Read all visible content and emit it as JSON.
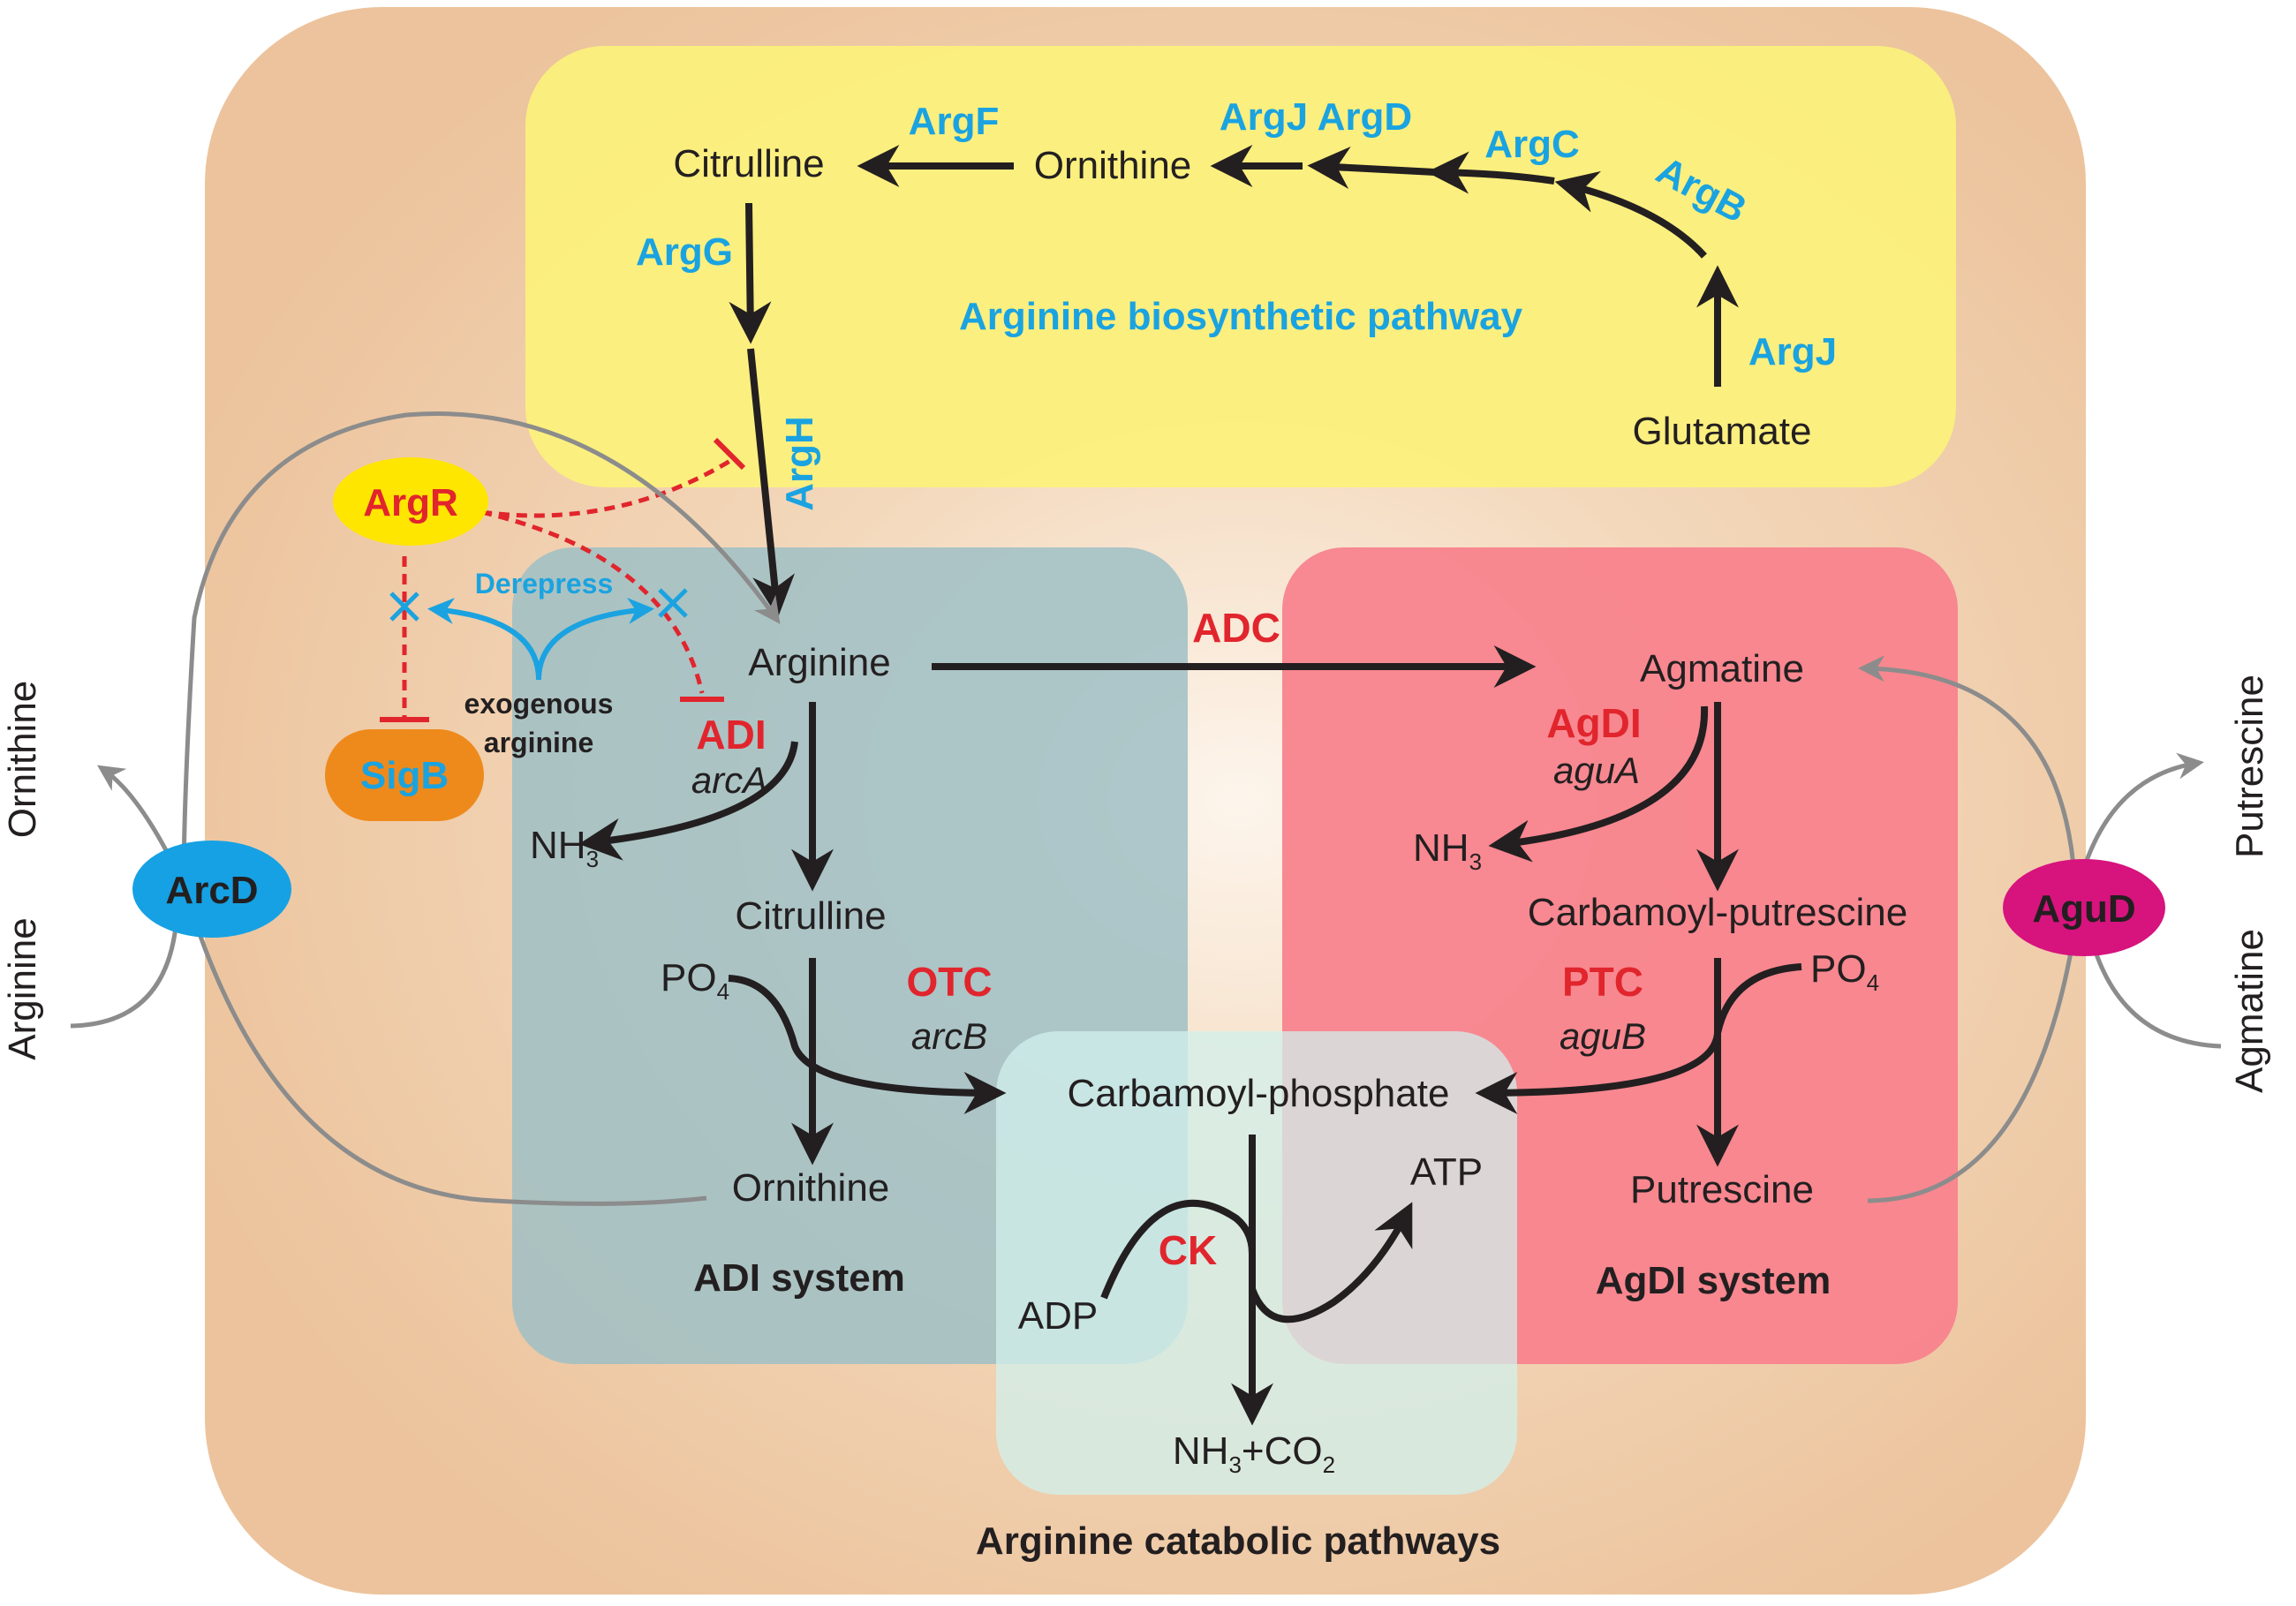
{
  "biosynthesis": {
    "title": "Arginine biosynthetic pathway",
    "metabolites": {
      "citrulline": "Citrulline",
      "ornithine": "Ornithine",
      "glutamate": "Glutamate"
    },
    "enzymes": {
      "argF": "ArgF",
      "argJD": "ArgJ ArgD",
      "argC": "ArgC",
      "argB": "ArgB",
      "argJ": "ArgJ",
      "argG": "ArgG",
      "argH": "ArgH"
    }
  },
  "regulation": {
    "argR": "ArgR",
    "sigB": "SigB",
    "derepress": "Derepress",
    "exogenous_line1": "exogenous",
    "exogenous_line2": "arginine"
  },
  "adi_system": {
    "title": "ADI system",
    "arginine": "Arginine",
    "citrulline": "Citrulline",
    "ornithine": "Ornithine",
    "nh3_base": "NH",
    "nh3_sub": "3",
    "po4_base": "PO",
    "po4_sub": "4",
    "adi": "ADI",
    "arcA": "arcA",
    "otc": "OTC",
    "arcB": "arcB"
  },
  "agdi_system": {
    "title": "AgDI system",
    "agmatine": "Agmatine",
    "carbamoyl_putrescine": "Carbamoyl-putrescine",
    "putrescine": "Putrescine",
    "nh3_base": "NH",
    "nh3_sub": "3",
    "po4_base": "PO",
    "po4_sub": "4",
    "agdi": "AgDI",
    "aguA": "aguA",
    "ptc": "PTC",
    "aguB": "aguB"
  },
  "adc": "ADC",
  "ck_block": {
    "carbamoyl_phosphate": "Carbamoyl-phosphate",
    "ck": "CK",
    "adp": "ADP",
    "atp": "ATP",
    "product_nh3": "NH",
    "product_nh3_sub": "3",
    "product_plus_co": "+CO",
    "product_co2_sub": "2"
  },
  "catabolic_title": "Arginine catabolic pathways",
  "transporters": {
    "arcD": "ArcD",
    "aguD": "AguD",
    "left_in": "Arginine",
    "left_out": "Ornithine",
    "right_in": "Agmatine",
    "right_out": "Putrescine"
  },
  "colors": {
    "cell": "#efcaa4",
    "biosynthesis_box": "#fbf07c",
    "adi_box": "#a3c1c6",
    "agdi_box": "#f8868f",
    "ck_box": "#c8ecea",
    "enzyme_blue": "#1aa3e0",
    "enzyme_red": "#e1252d",
    "argR_fill": "#ffe600",
    "sigB_fill": "#ee8a1c",
    "arcD_fill": "#16a1e4",
    "aguD_fill": "#d7137e"
  }
}
